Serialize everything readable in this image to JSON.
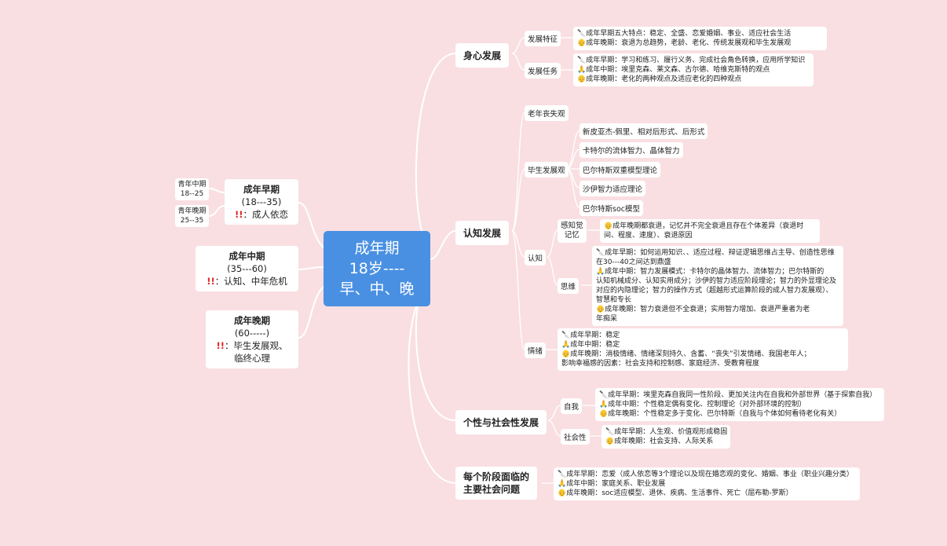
{
  "center": {
    "l1": "成年期",
    "l2": "18岁----",
    "l3": "早、中、晚"
  },
  "left": {
    "early": {
      "title": "成年早期",
      "range": "(18---35)",
      "mark": "!!",
      "note": "：成人依恋"
    },
    "early_sub": [
      {
        "a": "青年中期",
        "b": "18--25"
      },
      {
        "a": "青年晚期",
        "b": "25--35"
      }
    ],
    "mid": {
      "title": "成年中期",
      "range": "(35---60)",
      "mark": "!!",
      "note": "：认知、中年危机"
    },
    "late": {
      "title": "成年晚期",
      "range": "(60-----)",
      "mark": "!!",
      "note": "：毕生发展观、",
      "note2": "临终心理"
    }
  },
  "branches": {
    "b1": "身心发展",
    "b2": "认知发展",
    "b3": "个性与社会性发展",
    "b4a": "每个阶段面临的",
    "b4b": "主要社会问题"
  },
  "body_dev": {
    "feature": "发展特征",
    "feature_items": [
      "🔪成年早期五大特点：稳定、全盛、恋爱婚姻、事业、适应社会生活",
      "👴成年晚期：衰退为总趋势，老龄、老化、传统发展观和毕生发展观"
    ],
    "task": "发展任务",
    "task_items": [
      "🔪成年早期：学习和练习、履行义务、完成社会角色转换，应用所学知识",
      "🙏成年中期：埃里克森、莱文森、古尔德、哈维克斯特的观点",
      "👴成年晚期：老化的两种观点及适应老化的四种观点"
    ]
  },
  "cognitive": {
    "aging": "老年丧失观",
    "lifespan": "毕生发展观",
    "lifespan_items": [
      "新皮亚杰-佩里、相对后形式、后形式",
      "卡特尔的流体智力、晶体智力",
      "巴尔特斯双重模型理论",
      "沙伊智力适应理论",
      "巴尔特斯soc模型"
    ],
    "cog": "认知",
    "perception": "感知觉",
    "memory": "记忆",
    "perception_items": [
      "👴成年晚期都衰退，记忆并不完全衰退且存在个体差异（衰退时",
      "间、程度、速度）、衰退原因"
    ],
    "thinking": "思维",
    "thinking_items": [
      "🔪成年早期：如何运用知识、、适应过程、辩证逻辑思维占主导、创造性思维",
      "在30---40之间达到鼎盛",
      "🙏成年中期：智力发展模式：卡特尔的晶体智力、流体智力；巴尔特斯的",
      "认知机械成分、认知实用成分；沙伊的智力适应阶段理论；智力的外显理论及",
      "对应的内隐理论；智力的操作方式（超越形式运算阶段的成人智力发展观）、",
      "智慧和专长",
      "👴成年晚期：智力衰退但不全衰退；实用智力增加、衰退严重者为老",
      "年痴呆"
    ],
    "emotion": "情绪",
    "emotion_items": [
      "🔪成年早期：稳定",
      "🙏成年中期：稳定",
      "👴成年晚期：消极情绪、情绪深刻持久、含蓄、“丧失”引发情绪、我国老年人；",
      "影响幸福感的因素：社会支持和控制感、家庭经济、受教育程度"
    ]
  },
  "personality": {
    "self": "自我",
    "self_items": [
      "🔪成年早期：埃里克森自我同一性阶段、更加关注内在自我和外部世界（基于探索自我）",
      "🙏成年中期：个性稳定偶有变化、控制理论（对外部环境的控制）",
      "👴成年晚期：个性稳定多于变化、巴尔特斯（自我与个体如何看待老化有关）"
    ],
    "social": "社会性",
    "social_items": [
      "🔪成年早期：人生观、价值观形成稳固",
      "👴成年晚期：社会支持、人际关系"
    ]
  },
  "social_problems": {
    "items": [
      "🔪成年早期：恋爱（成人依恋等3个理论以及现在婚恋观的变化、婚姻、事业（职业兴趣分类）",
      "🙏成年中期：家庭关系、职业发展",
      "👴成年晚期：soc适应模型、退休、疾病、生活事件、死亡（屈布勒-罗斯）"
    ]
  },
  "colors": {
    "background": "#f9dfe2",
    "center": "#4a90e2",
    "line": "#ffffff",
    "mark": "#e02424"
  }
}
